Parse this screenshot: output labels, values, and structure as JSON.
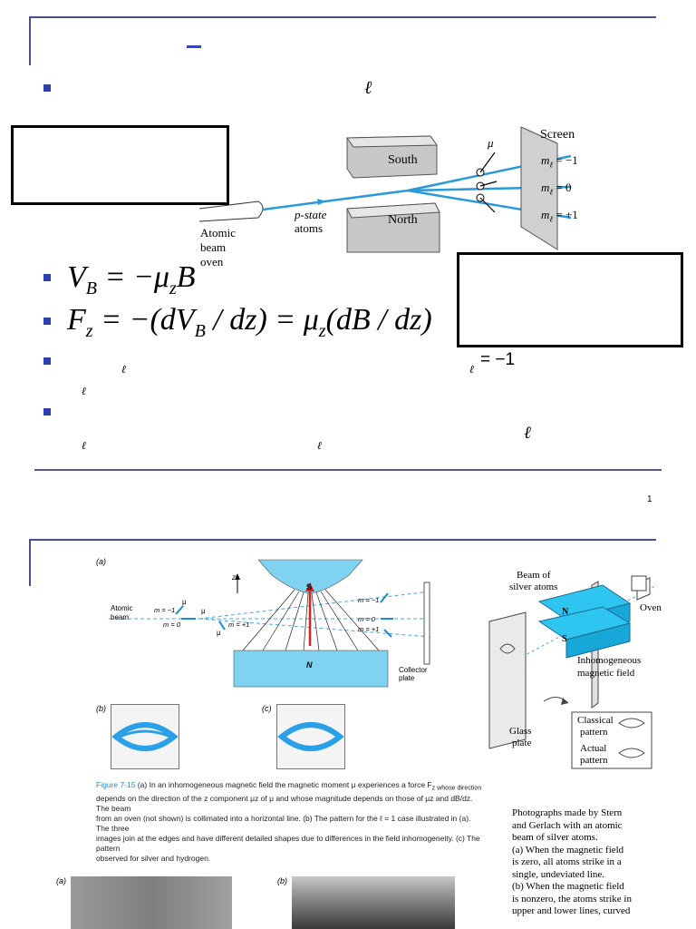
{
  "slide1": {
    "bullet1_ell": "ℓ",
    "diagram": {
      "south": "South",
      "north": "North",
      "screen": "Screen",
      "mu": "μ⃗",
      "m_minus": "m",
      "m_minus_val": "= −1",
      "m_zero": "m",
      "m_zero_val": "= 0",
      "m_plus": "m",
      "m_plus_val": "= +1",
      "sub_l": "ℓ",
      "pstate": "p-state",
      "atoms": "atoms",
      "oven1": "Atomic",
      "oven2": "beam",
      "oven3": "oven"
    },
    "eq1": "V",
    "eq1_sub": "B",
    "eq1_rest": " = −μ",
    "eq1_sub2": "z",
    "eq1_end": "B",
    "eq2": "F",
    "eq2_sub": "z",
    "eq2_rest": " = −(dV",
    "eq2_sub2": "B",
    "eq2_rest2": " / dz) = μ",
    "eq2_sub3": "z",
    "eq2_end": "(dB / dz)",
    "bullet3_ell_a": "ℓ",
    "bullet3_ell_b": "ℓ",
    "bullet3_right": "= −1",
    "bullet3_right_ell": "ℓ",
    "bullet4_ell_a": "ℓ",
    "bullet4_ell_b": "ℓ",
    "bullet4_ell_c": "ℓ",
    "page_number": "1"
  },
  "slide2": {
    "fig_a": "(a)",
    "fig_b": "(b)",
    "fig_c": "(c)",
    "atomic": "Atomic",
    "beam": "beam",
    "m_minus1": "m = −1",
    "m_zero": "m = 0",
    "m_plus1": "m = +1",
    "mu": "μ",
    "z": "z",
    "S": "S",
    "N": "N",
    "collector1": "Collector",
    "collector2": "plate",
    "beam_of1": "Beam of",
    "beam_of2": "silver atoms",
    "oven": "Oven",
    "inhom1": "Inhomogeneous",
    "inhom2": "magnetic field",
    "glass1": "Glass",
    "glass2": "plate",
    "classical1": "Classical",
    "classical2": "pattern",
    "actual1": "Actual",
    "actual2": "pattern",
    "caption_label": "Figure 7-15",
    "caption_line1": " (a) In an inhomogeneous magnetic field the magnetic moment μ experiences a force F",
    "caption_line1b": "z whose direction",
    "caption_line2": "depends on the direction of the z component μz of μ and whose magnitude depends on those of μz and dB/dz. The beam",
    "caption_line3": "from an oven (not shown) is collimated into a horizontal line. (b) The pattern for the ℓ = 1 case illustrated in (a). The three",
    "caption_line4": "images join at the edges and have different detailed shapes due to differences in the field inhomogeneity. (c) The pattern",
    "caption_line5": "observed for silver and hydrogen.",
    "photo_text": [
      "Photographs made by Stern",
      "and Gerlach with an atomic",
      "beam of silver atoms.",
      "(a) When the magnetic field",
      "is zero, all atoms strike in a",
      "single, undeviated line.",
      "(b) When the magnetic field",
      "is nonzero, the atoms strike in",
      "upper and lower lines, curved"
    ],
    "photo_a": "(a)",
    "photo_b": "(b)"
  }
}
